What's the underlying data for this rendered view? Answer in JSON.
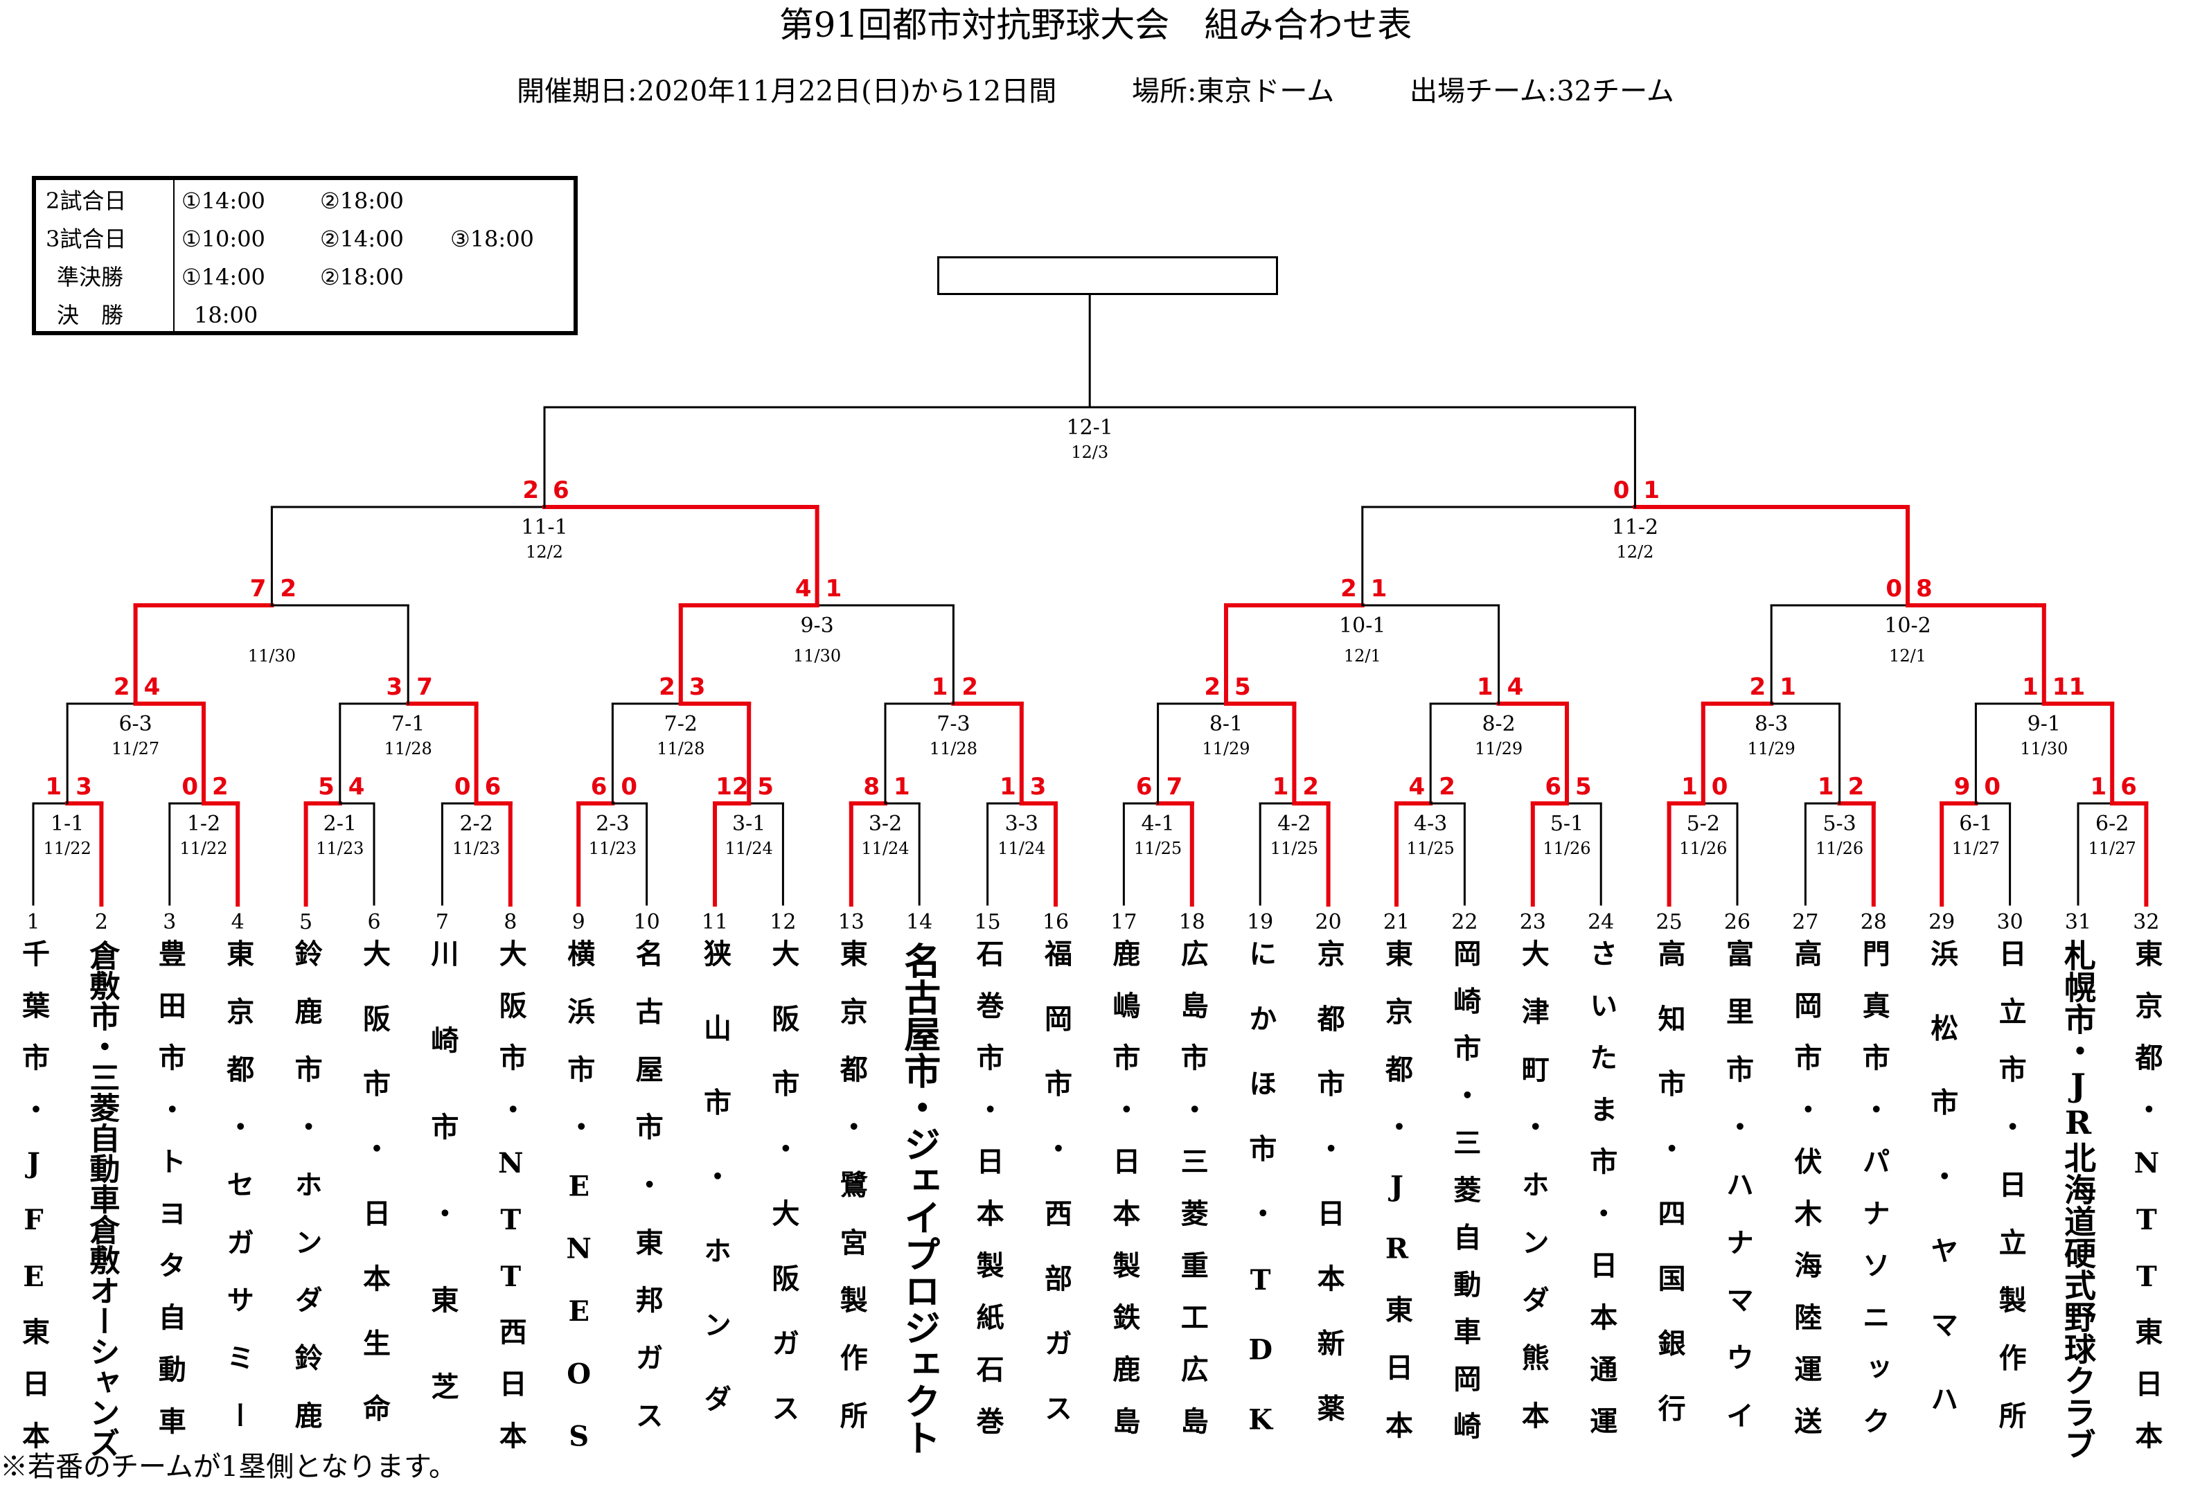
{
  "title": "第91回都市対抗野球大会　組み合わせ表",
  "info": {
    "dates": "開催期日:2020年11月22日(日)から12日間",
    "venue": "場所:東京ドーム",
    "teams": "出場チーム:32チーム"
  },
  "schedule": [
    {
      "label": "2試合日",
      "times": [
        "①14:00",
        "②18:00"
      ]
    },
    {
      "label": "3試合日",
      "times": [
        "①10:00",
        "②14:00",
        "③18:00"
      ]
    },
    {
      "label": "準決勝",
      "times": [
        "①14:00",
        "②18:00"
      ]
    },
    {
      "label": "決　勝",
      "times": [
        "18:00"
      ]
    }
  ],
  "footnote": "※若番のチームが1塁側となります。",
  "colors": {
    "win": "#e8000e",
    "line": "#000000"
  },
  "teams": [
    {
      "num": "1",
      "name": "千葉市・JFE東日本"
    },
    {
      "num": "2",
      "name": "倉敷市・三菱自動車倉敷オーシャンズ"
    },
    {
      "num": "3",
      "name": "豊田市・トヨタ自動車"
    },
    {
      "num": "4",
      "name": "東京都・セガサミー"
    },
    {
      "num": "5",
      "name": "鈴鹿市・ホンダ鈴鹿"
    },
    {
      "num": "6",
      "name": "大阪市・日本生命"
    },
    {
      "num": "7",
      "name": "川崎市・東芝"
    },
    {
      "num": "8",
      "name": "大阪市・NTT西日本"
    },
    {
      "num": "9",
      "name": "横浜市・ENEOS"
    },
    {
      "num": "10",
      "name": "名古屋市・東邦ガス"
    },
    {
      "num": "11",
      "name": "狭山市・ホンダ"
    },
    {
      "num": "12",
      "name": "大阪市・大阪ガス"
    },
    {
      "num": "13",
      "name": "東京都・鷺宮製作所"
    },
    {
      "num": "14",
      "name": "名古屋市・ジェイプロジェクト"
    },
    {
      "num": "15",
      "name": "石巻市・日本製紙石巻"
    },
    {
      "num": "16",
      "name": "福岡市・西部ガス"
    },
    {
      "num": "17",
      "name": "鹿嶋市・日本製鉄鹿島"
    },
    {
      "num": "18",
      "name": "広島市・三菱重工広島"
    },
    {
      "num": "19",
      "name": "にかほ市・TDK"
    },
    {
      "num": "20",
      "name": "京都市・日本新薬"
    },
    {
      "num": "21",
      "name": "東京都・JR東日本"
    },
    {
      "num": "22",
      "name": "岡崎市・三菱自動車岡崎"
    },
    {
      "num": "23",
      "name": "大津町・ホンダ熊本"
    },
    {
      "num": "24",
      "name": "さいたま市・日本通運"
    },
    {
      "num": "25",
      "name": "高知市・四国銀行"
    },
    {
      "num": "26",
      "name": "富里市・ハナマウイ"
    },
    {
      "num": "27",
      "name": "高岡市・伏木海陸運送"
    },
    {
      "num": "28",
      "name": "門真市・パナソニック"
    },
    {
      "num": "29",
      "name": "浜松市・ヤマハ"
    },
    {
      "num": "30",
      "name": "日立市・日立製作所"
    },
    {
      "num": "31",
      "name": "札幌市・JR北海道硬式野球クラブ"
    },
    {
      "num": "32",
      "name": "東京都・NTT東日本"
    }
  ],
  "rounds": [
    [
      {
        "code": "1-1",
        "date": "11/22",
        "scores": [
          "1",
          "3"
        ],
        "winner": 1
      },
      {
        "code": "1-2",
        "date": "11/22",
        "scores": [
          "0",
          "2"
        ],
        "winner": 1
      },
      {
        "code": "2-1",
        "date": "11/23",
        "scores": [
          "5",
          "4"
        ],
        "winner": 0
      },
      {
        "code": "2-2",
        "date": "11/23",
        "scores": [
          "0",
          "6"
        ],
        "winner": 1
      },
      {
        "code": "2-3",
        "date": "11/23",
        "scores": [
          "6",
          "0"
        ],
        "winner": 0
      },
      {
        "code": "3-1",
        "date": "11/24",
        "scores": [
          "12",
          "5"
        ],
        "winner": 0
      },
      {
        "code": "3-2",
        "date": "11/24",
        "scores": [
          "8",
          "1"
        ],
        "winner": 0
      },
      {
        "code": "3-3",
        "date": "11/24",
        "scores": [
          "1",
          "3"
        ],
        "winner": 1
      },
      {
        "code": "4-1",
        "date": "11/25",
        "scores": [
          "6",
          "7"
        ],
        "winner": 1
      },
      {
        "code": "4-2",
        "date": "11/25",
        "scores": [
          "1",
          "2"
        ],
        "winner": 1
      },
      {
        "code": "4-3",
        "date": "11/25",
        "scores": [
          "4",
          "2"
        ],
        "winner": 0
      },
      {
        "code": "5-1",
        "date": "11/26",
        "scores": [
          "6",
          "5"
        ],
        "winner": 0
      },
      {
        "code": "5-2",
        "date": "11/26",
        "scores": [
          "1",
          "0"
        ],
        "winner": 0
      },
      {
        "code": "5-3",
        "date": "11/26",
        "scores": [
          "1",
          "2"
        ],
        "winner": 1
      },
      {
        "code": "6-1",
        "date": "11/27",
        "scores": [
          "9",
          "0"
        ],
        "winner": 0
      },
      {
        "code": "6-2",
        "date": "11/27",
        "scores": [
          "1",
          "6"
        ],
        "winner": 1
      }
    ],
    [
      {
        "code": "6-3",
        "date": "11/27",
        "scores": [
          "2",
          "4"
        ],
        "winner": 1
      },
      {
        "code": "7-1",
        "date": "11/28",
        "scores": [
          "3",
          "7"
        ],
        "winner": 1
      },
      {
        "code": "7-2",
        "date": "11/28",
        "scores": [
          "2",
          "3"
        ],
        "winner": 1
      },
      {
        "code": "7-3",
        "date": "11/28",
        "scores": [
          "1",
          "2"
        ],
        "winner": 1
      },
      {
        "code": "8-1",
        "date": "11/29",
        "scores": [
          "2",
          "5"
        ],
        "winner": 1
      },
      {
        "code": "8-2",
        "date": "11/29",
        "scores": [
          "1",
          "4"
        ],
        "winner": 1
      },
      {
        "code": "8-3",
        "date": "11/29",
        "scores": [
          "2",
          "1"
        ],
        "winner": 0
      },
      {
        "code": "9-1",
        "date": "11/30",
        "scores": [
          "1",
          "11"
        ],
        "winner": 1
      }
    ],
    [
      {
        "code": "",
        "date": "11/30",
        "scores": [
          "7",
          "2"
        ],
        "winner": 0
      },
      {
        "code": "9-3",
        "date": "11/30",
        "scores": [
          "4",
          "1"
        ],
        "winner": 0
      },
      {
        "code": "10-1",
        "date": "12/1",
        "scores": [
          "2",
          "1"
        ],
        "winner": 0
      },
      {
        "code": "10-2",
        "date": "12/1",
        "scores": [
          "0",
          "8"
        ],
        "winner": 1
      }
    ],
    [
      {
        "code": "11-1",
        "date": "12/2",
        "scores": [
          "2",
          "6"
        ],
        "winner": 1
      },
      {
        "code": "11-2",
        "date": "12/2",
        "scores": [
          "0",
          "1"
        ],
        "winner": 1
      }
    ],
    [
      {
        "code": "12-1",
        "date": "12/3",
        "scores": [
          "",
          ""
        ],
        "winner": -1
      }
    ]
  ]
}
